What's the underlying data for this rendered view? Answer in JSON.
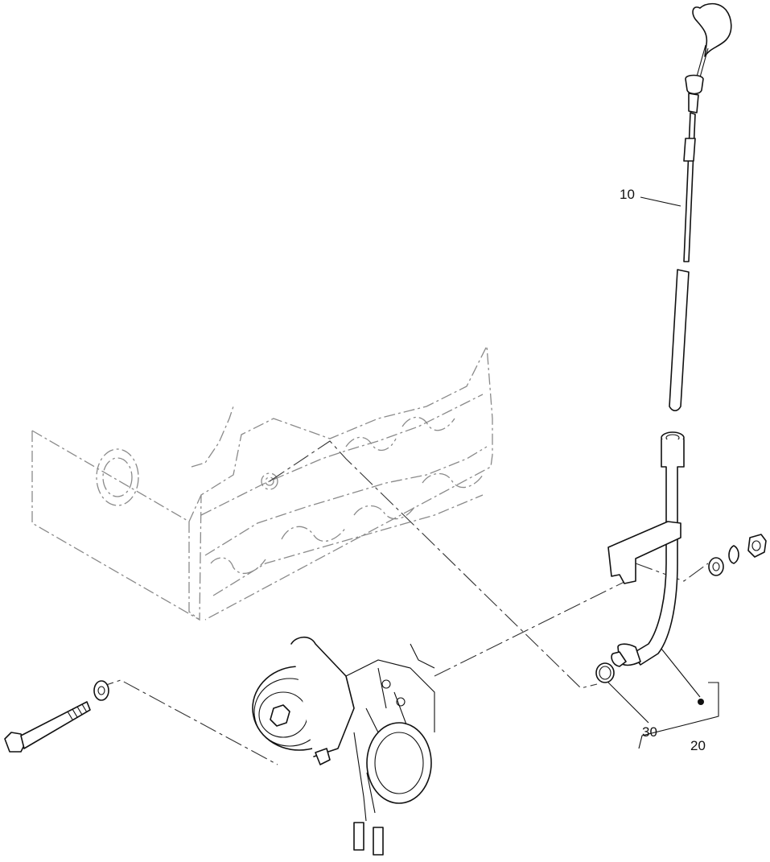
{
  "callouts": {
    "item_10": "10",
    "item_20": "20",
    "item_30": "30"
  }
}
